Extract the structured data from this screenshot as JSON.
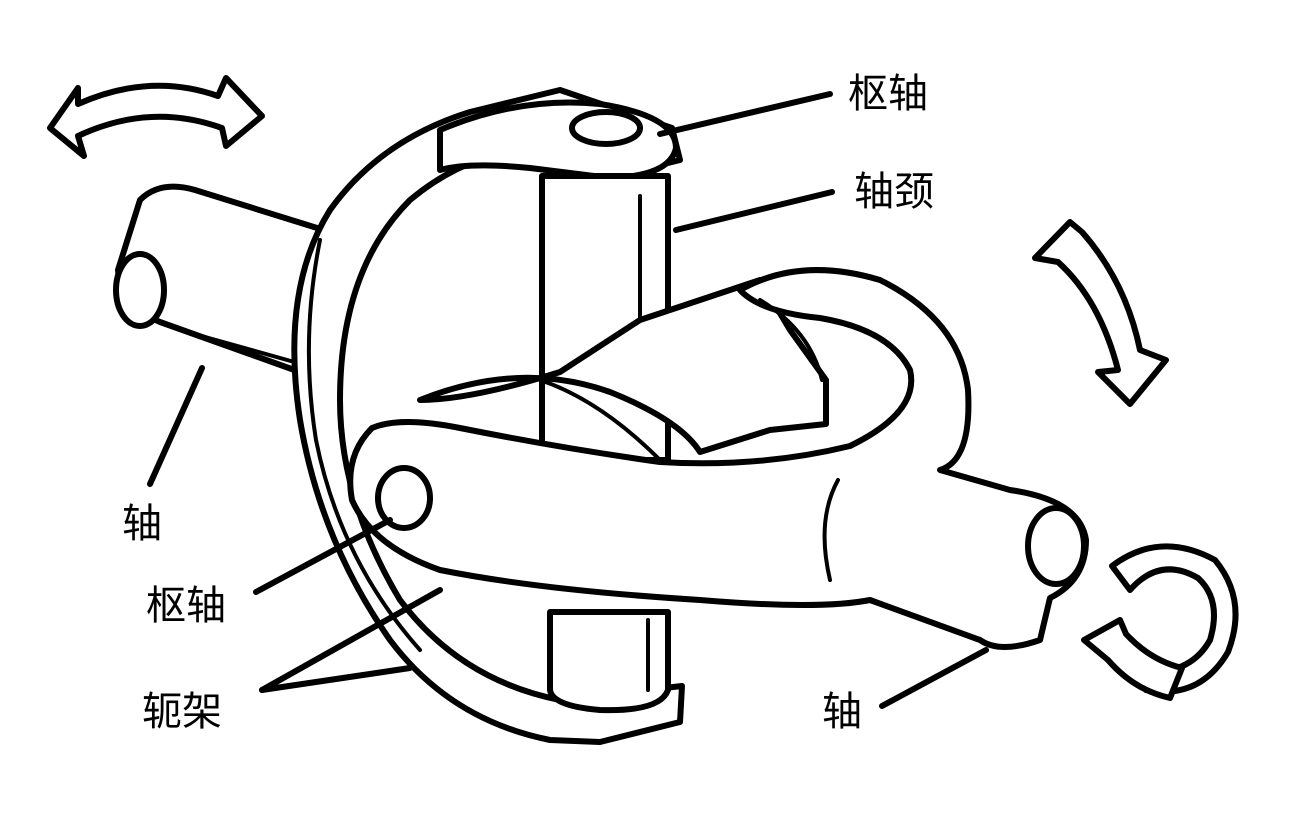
{
  "labels": {
    "pivot_top": "枢轴",
    "journal": "轴颈",
    "shaft_left": "轴",
    "pivot_left": "枢轴",
    "yoke": "轭架",
    "shaft_right": "轴"
  }
}
